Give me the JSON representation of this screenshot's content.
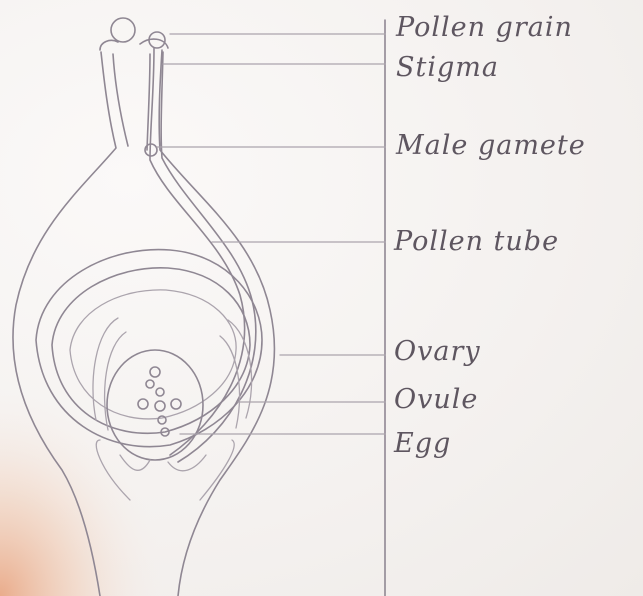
{
  "diagram": {
    "labels": {
      "pollen_grain": "Pollen grain",
      "stigma": "Stigma",
      "male_gamete": "Male gamete",
      "pollen_tube": "Pollen tube",
      "ovary": "Ovary",
      "ovule": "Ovule",
      "egg": "Egg"
    }
  },
  "colors": {
    "paper": "#f6f3f1",
    "pencil": "#8f8793",
    "shadow": "#e8a07a"
  }
}
